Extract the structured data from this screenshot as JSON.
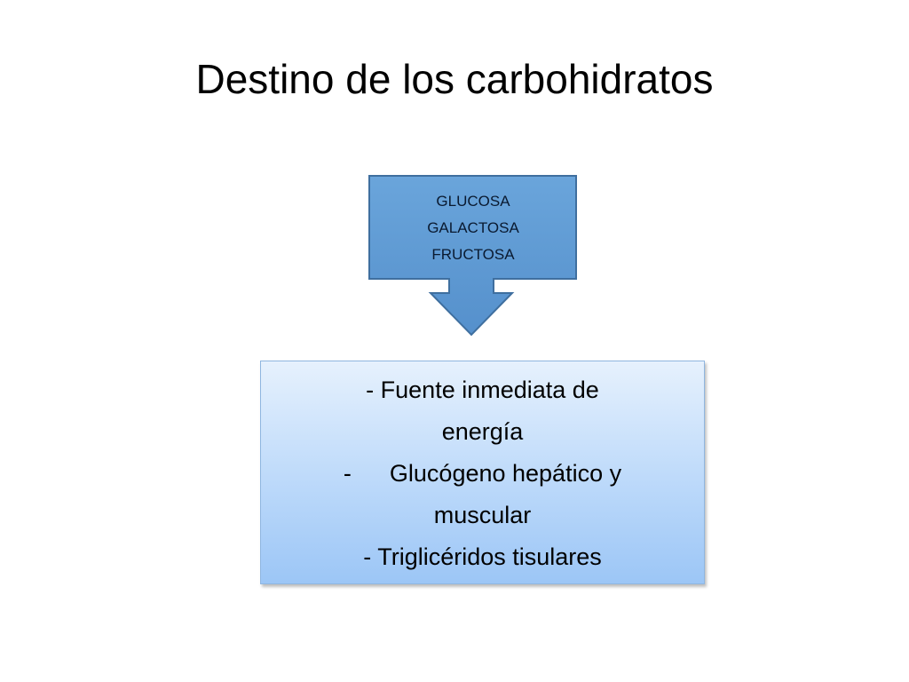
{
  "slide": {
    "title": "Destino de los carbohidratos"
  },
  "source_node": {
    "lines": [
      "GLUCOSA",
      "GALACTOSA",
      "FRUCTOSA"
    ],
    "fill_color": "#5b9bd5",
    "border_color": "#3f6f9f"
  },
  "result_node": {
    "lines": [
      "- Fuente inmediata de",
      "energía",
      "Glucógeno hepático y",
      "muscular",
      "- Triglicéridos tisulares"
    ],
    "bullet": "-"
  }
}
